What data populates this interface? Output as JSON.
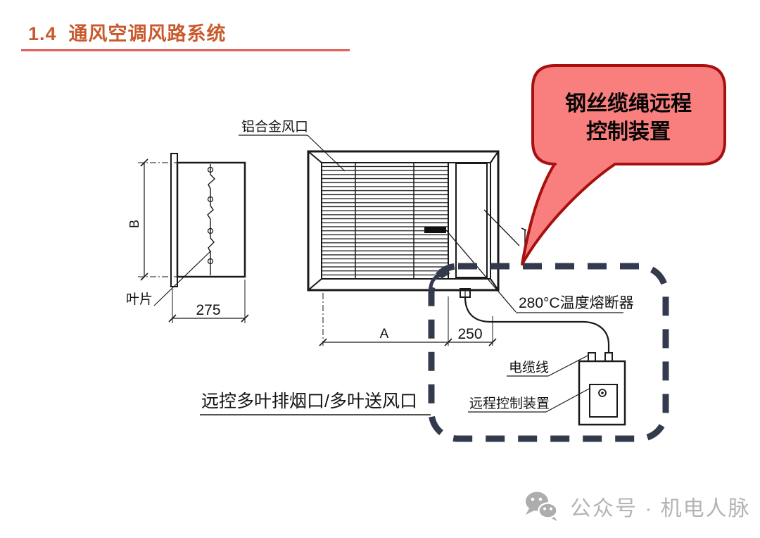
{
  "slide": {
    "title": "1.4  通风空调风路系统",
    "callout": {
      "line1": "钢丝缆绳远程",
      "line2": "控制装置"
    },
    "diagram": {
      "labels": {
        "aluminum_vent": "铝合金风口",
        "blade": "叶片",
        "dim_b": "B",
        "dim_275": "275",
        "dim_a": "A",
        "dim_250": "250",
        "thermal_fuse": "280°C温度熔断器",
        "cable": "电缆线",
        "remote_control_device": "远程控制装置",
        "caption": "远控多叶排烟口/多叶送风口"
      }
    },
    "watermark": {
      "icon": "wechat-icon",
      "text": "公众号 · 机电人脉"
    },
    "colors": {
      "title": "#C85A2D",
      "title_rule": "#D22F2A",
      "callout_fill": "#F97F7F",
      "callout_border": "#A6100F",
      "annotation_dash": "#343A4D",
      "drawing_ink": "#1A1A1A",
      "watermark_gray": "#B4B4B4",
      "background": "#FFFFFF"
    }
  }
}
